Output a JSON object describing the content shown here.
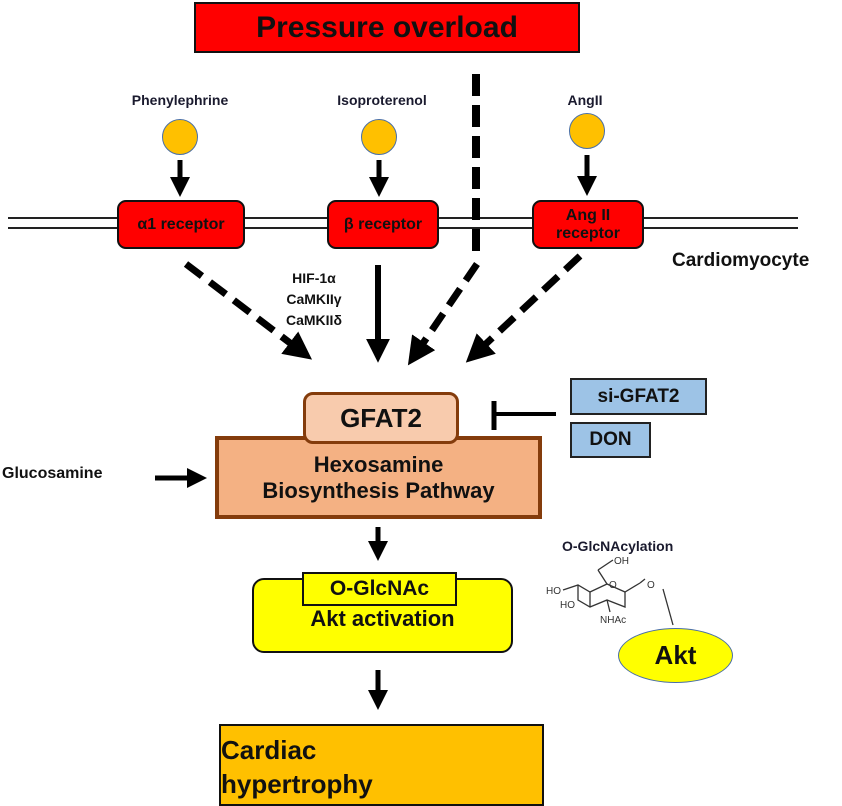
{
  "title_box": {
    "label": "Pressure overload",
    "color": "#ff0000"
  },
  "ligands": [
    {
      "label": "Phenylephrine"
    },
    {
      "label": "Isoproterenol"
    },
    {
      "label": "AngII"
    }
  ],
  "receptors": [
    {
      "label": "α1 receptor"
    },
    {
      "label": "β receptor"
    },
    {
      "label_line1": "Ang II",
      "label_line2": "receptor"
    }
  ],
  "cell_label": "Cardiomyocyte",
  "mediators": [
    "HIF-1α",
    "CaMKIIγ",
    "CaMKIIδ"
  ],
  "enzyme": {
    "label": "GFAT2",
    "color": "#f8cbad"
  },
  "pathway": {
    "line1": "Hexosamine",
    "line2": "Biosynthesis Pathway",
    "color": "#f4b183"
  },
  "inhibitors": [
    {
      "label": "si-GFAT2"
    },
    {
      "label": "DON"
    }
  ],
  "substrate": "Glucosamine",
  "modification": {
    "tag": "O-GlcNAc",
    "label": "Akt activation",
    "color": "#ffff00"
  },
  "structure": {
    "title": "O-GlcNAcylation",
    "groups": [
      "OH",
      "HO",
      "HO",
      "O",
      "O",
      "NHAc"
    ],
    "target": "Akt"
  },
  "outcome": {
    "line1": "Cardiac",
    "line2": "hypertrophy",
    "color": "#ffc000"
  },
  "colors": {
    "ligand": "#ffc000",
    "receptor": "#ff0000",
    "inhibitor": "#9dc3e6",
    "border_brown": "#843c0c"
  }
}
